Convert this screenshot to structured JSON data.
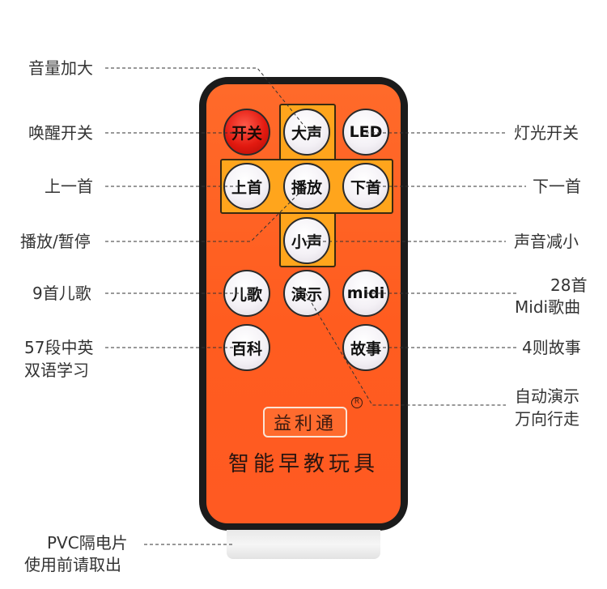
{
  "remote": {
    "brand": "益利通",
    "registered_mark": "R",
    "slogan": "智能早教玩具",
    "buttons": {
      "power": "开关",
      "vol_up": "大声",
      "led": "LED",
      "prev": "上首",
      "play": "播放",
      "next": "下首",
      "vol_down": "小声",
      "kids": "儿歌",
      "demo": "演示",
      "midi": "midi",
      "encyclopedia": "百科",
      "story": "故事"
    }
  },
  "callouts": {
    "vol_up": "音量加大",
    "power": "唤醒开关",
    "led": "灯光开关",
    "prev": "上一首",
    "next": "下一首",
    "play": "播放/暂停",
    "vol_down": "声音减小",
    "kids_songs": "9首儿歌",
    "midi_line1": "28首",
    "midi_line2": "Midi歌曲",
    "encyclopedia_line1": "57段中英",
    "encyclopedia_line2": "双语学习",
    "story": "4则故事",
    "demo_line1": "自动演示",
    "demo_line2": "万向行走",
    "pvc_line1": "PVC隔电片",
    "pvc_line2": "使用前请取出"
  }
}
